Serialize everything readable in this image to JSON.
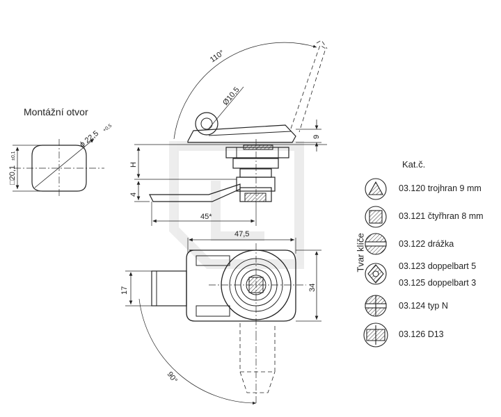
{
  "mount_hole": {
    "title": "Montážní otvor",
    "dim_square": "□20,1",
    "dim_square_tol": "±0,1",
    "dim_dia": "ϕ 22,5",
    "dim_dia_tol": "+0,5"
  },
  "side_view": {
    "angle_110": "110°",
    "dia_10_5": "Ø10,5",
    "dim_9": "9",
    "dim_H": "H",
    "dim_4": "4",
    "dim_45": "45*"
  },
  "top_view": {
    "dim_47_5": "47,5",
    "dim_17": "17",
    "dim_34": "34",
    "angle_90": "90°"
  },
  "catalog": {
    "title": "Kat.č.",
    "key_shape_title": "Tvar klíče",
    "items": [
      {
        "code": "03.120 trojhran 9 mm"
      },
      {
        "code": "03.121 čtyřhran 8 mm"
      },
      {
        "code": "03.122 drážka"
      },
      {
        "code": "03.123 doppelbart 5"
      },
      {
        "code": "03.125 doppelbart 3"
      },
      {
        "code": "03.124 typ N"
      },
      {
        "code": "03.126  D13"
      }
    ]
  }
}
